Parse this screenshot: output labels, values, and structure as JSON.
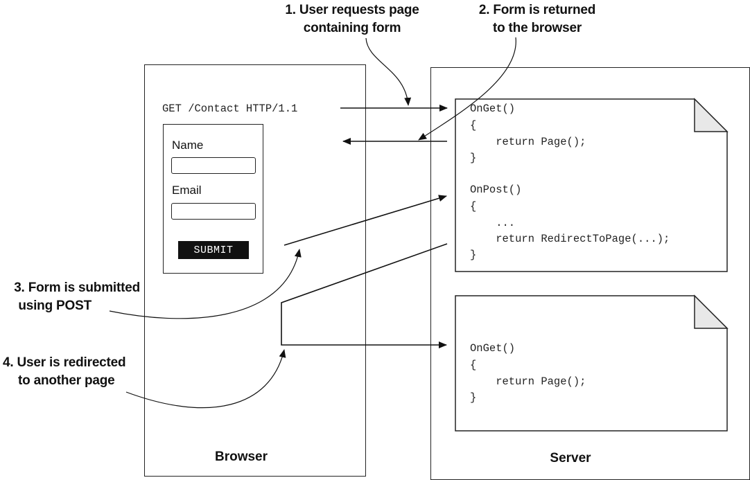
{
  "browser": {
    "label": "Browser",
    "request_line": "GET /Contact HTTP/1.1",
    "form": {
      "name_label": "Name",
      "email_label": "Email",
      "submit_label": "SUBMIT"
    }
  },
  "server": {
    "label": "Server",
    "page_one": {
      "lines": [
        "OnGet()",
        "{",
        "    return Page();",
        "}",
        "",
        "OnPost()",
        "{",
        "    ...",
        "    return RedirectToPage(...);",
        "}"
      ]
    },
    "page_two": {
      "lines": [
        "OnGet()",
        "{",
        "    return Page();",
        "}"
      ]
    }
  },
  "callouts": [
    {
      "lines": [
        "1. User requests page",
        "containing form"
      ]
    },
    {
      "lines": [
        "2. Form is returned",
        "to the browser"
      ]
    },
    {
      "lines": [
        "3. Form is submitted",
        "using POST"
      ]
    },
    {
      "lines": [
        "4. User is redirected",
        "to another page"
      ]
    }
  ]
}
